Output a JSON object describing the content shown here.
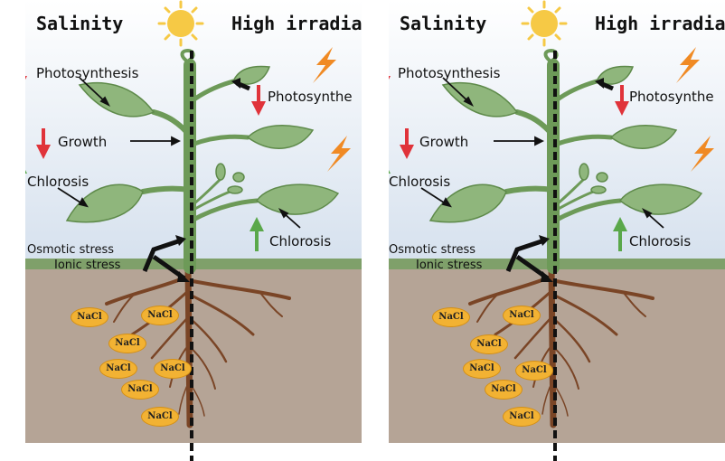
{
  "panels": [
    {
      "title_left": "Salinity",
      "title_right": "High irradian",
      "labels": {
        "photosynthesis_left": "Photosynthesis",
        "photosynthesis_right": "Photosynthe",
        "growth": "Growth",
        "chlorosis_left": "Chlorosis",
        "chlorosis_right": "Chlorosis",
        "osmotic_stress": "Osmotic stress",
        "ionic_stress": "Ionic stress"
      },
      "nacl": [
        "NaCl",
        "NaCl",
        "NaCl",
        "NaCl",
        "NaCl",
        "NaCl",
        "NaCl"
      ]
    },
    {
      "title_left": "Salinity",
      "title_right": "High irradian",
      "labels": {
        "photosynthesis_left": "Photosynthesis",
        "photosynthesis_right": "Photosynthe",
        "growth": "Growth",
        "chlorosis_left": "Chlorosis",
        "chlorosis_right": "Chlorosis",
        "osmotic_stress": "Osmotic stress",
        "ionic_stress": "Ionic stress"
      },
      "nacl": [
        "NaCl",
        "NaCl",
        "NaCl",
        "NaCl",
        "NaCl",
        "NaCl",
        "NaCl"
      ]
    }
  ],
  "colors": {
    "sky_top": "#ffffff",
    "sky_bottom": "#d6e1ee",
    "ground_line": "#7fa06a",
    "soil": "#b5a496",
    "root": "#7a4526",
    "stem": "#6d9a58",
    "leaf": "#8fb67c",
    "leaf_edge": "#5e8a4a",
    "arrow_down": "#e0333a",
    "arrow_up": "#5aa84a",
    "lightning": "#f08a24",
    "sun": "#f6c945",
    "nacl_fill": "#f2b233"
  },
  "icons": [
    "sun-icon",
    "lightning-icon",
    "red-down-arrow-icon",
    "green-up-arrow-icon"
  ]
}
